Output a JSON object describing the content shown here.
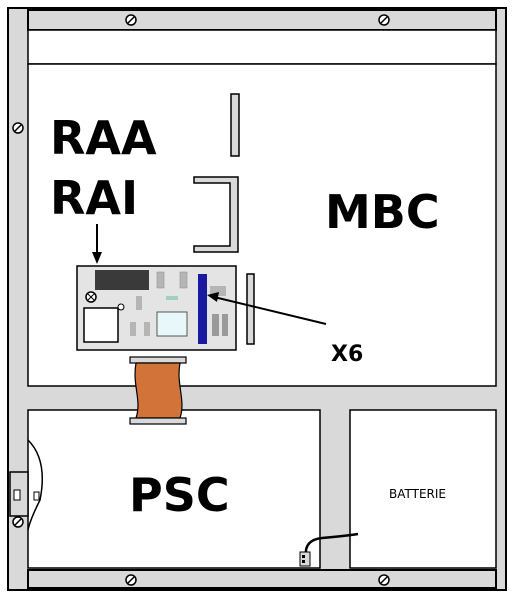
{
  "labels": {
    "raa": "RAA",
    "rai": "RAI",
    "mbc": "MBC",
    "x6": "X6",
    "psc": "PSC",
    "batterie": "BATTERIE"
  },
  "colors": {
    "frame": "#d9d9d9",
    "outline": "#000000",
    "board": "#e4e4e4",
    "ribbon_cable": "#d2733a",
    "background": "#ffffff"
  }
}
